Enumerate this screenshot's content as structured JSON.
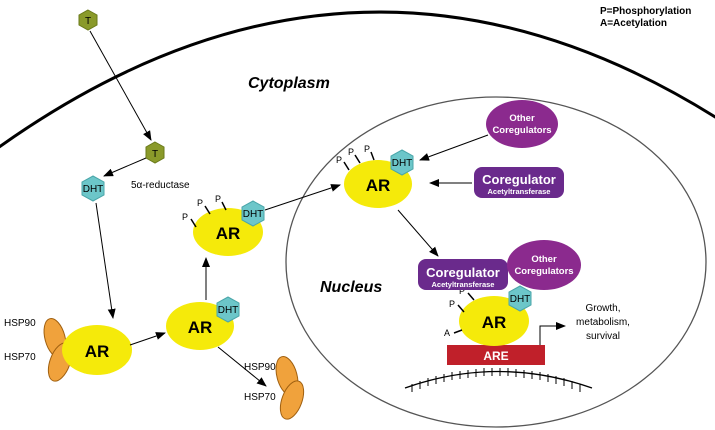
{
  "legend": {
    "phosphorylation": "P=Phosphorylation",
    "acetylation": "A=Acetylation"
  },
  "regions": {
    "cytoplasm": "Cytoplasm",
    "nucleus": "Nucleus"
  },
  "labels": {
    "testosterone": "T",
    "dht": "DHT",
    "ar": "AR",
    "enzyme": "5α-reductase",
    "hsp90": "HSP90",
    "hsp70": "HSP70",
    "p": "P",
    "a": "A",
    "are": "ARE",
    "other_coregulators_line1": "Other",
    "other_coregulators_line2": "Coregulators",
    "coregulator": "Coregulator",
    "acetyltransferase": "Acetyltransferase",
    "outcome_line1": "Growth,",
    "outcome_line2": "metabolism,",
    "outcome_line3": "survival"
  },
  "colors": {
    "ar": "#f5ea0a",
    "dht": "#6cc6c9",
    "testosterone": "#8a9a2a",
    "hsp": "#f0a23c",
    "coregulator": "#6a2a8c",
    "other_coregulators": "#8b2a8e",
    "are": "#c0202a"
  }
}
